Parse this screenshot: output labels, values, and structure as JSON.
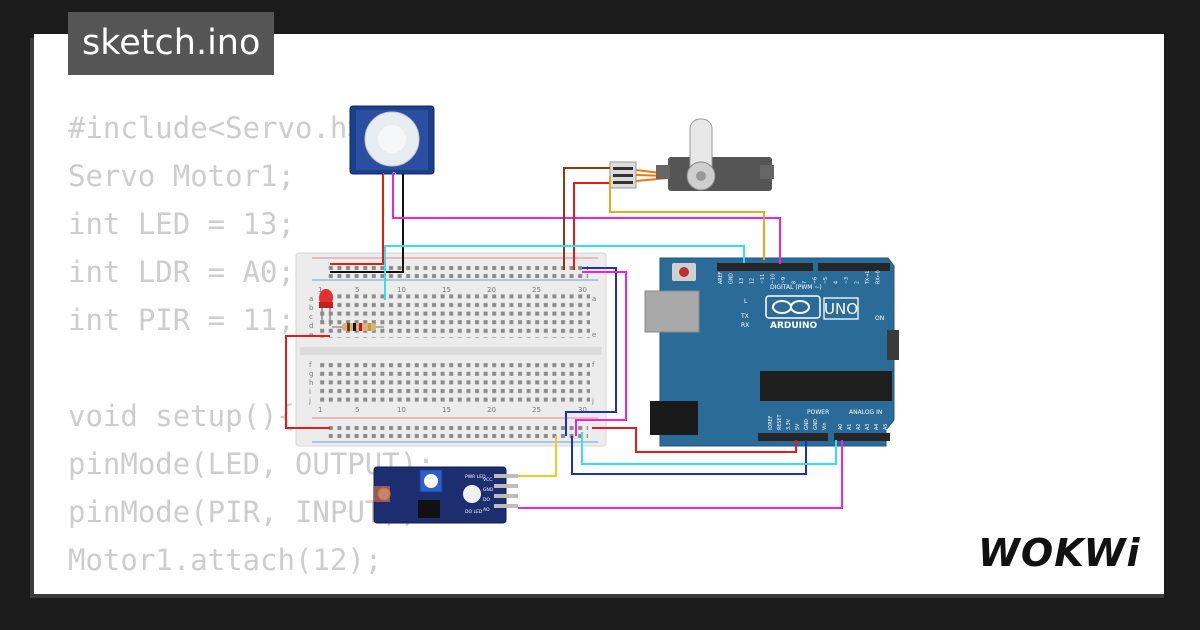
{
  "window": {
    "title": "sketch.ino"
  },
  "code_lines": [
    "#include<Servo.h>",
    "Servo Motor1;",
    "int LED = 13;",
    "int LDR = A0;",
    "int PIR = 11;",
    "",
    "void setup(){",
    "pinMode(LED, OUTPUT);",
    "pinMode(PIR, INPUT);",
    "Motor1.attach(12);",
    "}"
  ],
  "arduino": {
    "brand": "ARDUINO",
    "model": "UNO",
    "header_digital": "DIGITAL (PWM ~)",
    "header_power": "POWER",
    "header_analog": "ANALOG IN",
    "label_on": "ON",
    "label_l": "L",
    "label_tx": "TX",
    "label_rx": "RX",
    "power_pins": [
      "IOREF",
      "RESET",
      "3.3V",
      "5V",
      "GND",
      "GND",
      "Vin"
    ],
    "analog_pins": [
      "A0",
      "A1",
      "A2",
      "A3",
      "A4",
      "A5"
    ],
    "digital_pins": [
      "AREF",
      "GND",
      "13",
      "12",
      "~11",
      "~10",
      "~9",
      "8",
      "7",
      "~6",
      "~5",
      "4",
      "~3",
      "2",
      "TX→1",
      "RX←0"
    ]
  },
  "breadboard": {
    "column_numbers": [
      "1",
      "5",
      "10",
      "15",
      "20",
      "25",
      "30"
    ],
    "row_letters_top": [
      "a",
      "b",
      "c",
      "d",
      "e"
    ],
    "row_letters_bottom": [
      "f",
      "g",
      "h",
      "i",
      "j"
    ]
  },
  "pir_sensor": {
    "pins": [
      "+",
      "D",
      "-"
    ]
  },
  "ldr_module": {
    "pins": [
      "VCC",
      "GND",
      "DO",
      "AO"
    ],
    "led_labels": [
      "PWR LED",
      "DO LED"
    ]
  },
  "brand_logo": "WOKWi",
  "colors": {
    "background": "#1b1b1b",
    "card": "#ffffff",
    "code_text": "#cdcdcd",
    "title_tab": "#555555",
    "arduino_board": "#2a6b98",
    "wire_red": "#e31b1b",
    "wire_black": "#111111",
    "wire_cyan": "#33e0ee",
    "wire_magenta": "#ee22dd",
    "wire_blue": "#1a2fcc",
    "wire_orange": "#f0a51e",
    "wire_brown": "#8a3b12",
    "wire_yellow": "#f2cc22"
  }
}
